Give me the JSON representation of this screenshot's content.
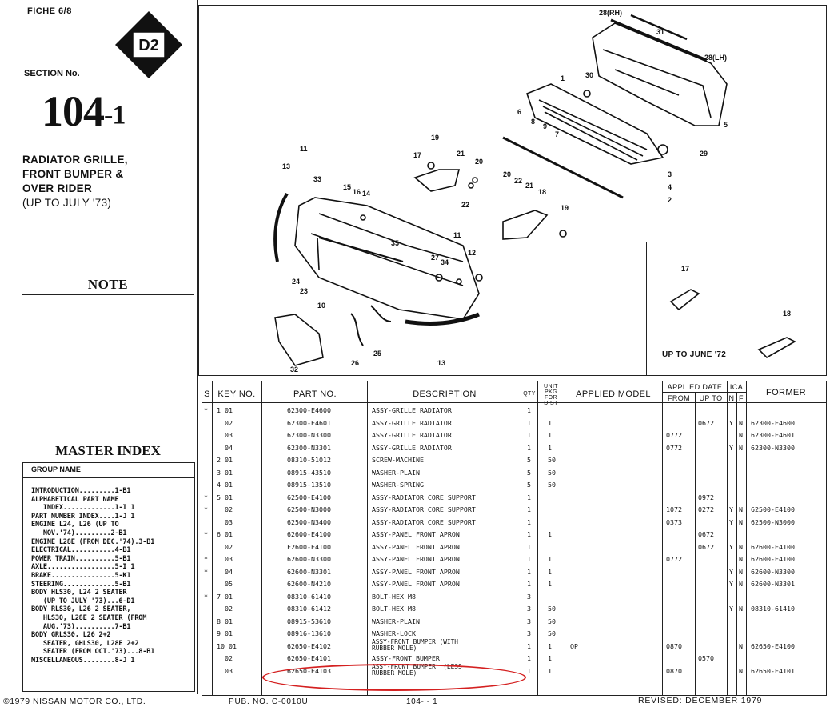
{
  "header": {
    "fiche": "FICHE 6/8",
    "badge": "D2",
    "section_label": "SECTION No.",
    "section_number": "104",
    "section_suffix": "-1",
    "title_lines": [
      "RADIATOR GRILLE,",
      "FRONT BUMPER &",
      "OVER RIDER",
      "(UP TO JULY '73)"
    ]
  },
  "note": "NOTE",
  "master_index": {
    "title": "MASTER INDEX",
    "group_header": "GROUP NAME",
    "items": [
      "INTRODUCTION.........1-B1",
      "ALPHABETICAL PART NAME",
      "   INDEX.............1-I 1",
      "PART NUMBER INDEX....1-J 1",
      "ENGINE L24, L26 (UP TO",
      "   NOV.'74).........2-B1",
      "ENGINE L28E (FROM DEC.'74).3-B1",
      "ELECTRICAL...........4-B1",
      "POWER TRAIN..........5-B1",
      "AXLE.................5-I 1",
      "BRAKE................5-K1",
      "STEERING.............5-B1",
      "BODY HLS30, L24 2 SEATER",
      "   (UP TO JULY '73)...6-D1",
      "BODY RLS30, L26 2 SEATER,",
      "   HLS30, L28E 2 SEATER (FROM",
      "   AUG.'73)..........7-B1",
      "BODY GRLS30, L26 2+2",
      "   SEATER, GHLS30, L28E 2+2",
      "   SEATER (FROM OCT.'73)...8-B1",
      "MISCELLANEOUS........8-J 1"
    ]
  },
  "diagram": {
    "inset_label": "UP TO JUNE '72",
    "callouts": [
      "28(RH)",
      "31",
      "28(LH)",
      "30",
      "1",
      "5",
      "6",
      "8",
      "9",
      "7",
      "29",
      "11",
      "19",
      "21",
      "20",
      "17",
      "33",
      "3",
      "4",
      "2",
      "13",
      "15",
      "16",
      "14",
      "22",
      "20",
      "22",
      "21",
      "18",
      "19",
      "35",
      "27",
      "11",
      "12",
      "34",
      "24",
      "23",
      "10",
      "13",
      "25",
      "26",
      "32",
      "17",
      "18"
    ]
  },
  "table": {
    "headers": {
      "s": "S",
      "key": "KEY NO.",
      "part": "PART  NO.",
      "desc": "DESCRIPTION",
      "qty": "QTY",
      "unit": "UNIT PKG FOR DIST",
      "model": "APPLIED MODEL",
      "applied_date": "APPLIED DATE",
      "from": "FROM",
      "upto": "UP TO",
      "ica": "ICA",
      "n": "N",
      "f": "F",
      "former": "FORMER"
    },
    "rows": [
      {
        "s": "*",
        "key": "1 01",
        "part": "62300-E4600",
        "desc": "ASSY-GRILLE RADIATOR",
        "qty": "1",
        "unit": "",
        "model": "",
        "from": "",
        "upto": "",
        "n": "",
        "f": "",
        "former": ""
      },
      {
        "s": "",
        "key": "  02",
        "part": "62300-E4601",
        "desc": "ASSY-GRILLE RADIATOR",
        "qty": "1",
        "unit": "1",
        "model": "",
        "from": "",
        "upto": "0672",
        "n": "Y",
        "f": "N",
        "former": "62300-E4600"
      },
      {
        "s": "",
        "key": "  03",
        "part": "62300-N3300",
        "desc": "ASSY-GRILLE RADIATOR",
        "qty": "1",
        "unit": "1",
        "model": "",
        "from": "0772",
        "upto": "",
        "n": "",
        "f": "N",
        "former": "62300-E4601"
      },
      {
        "s": "",
        "key": "  04",
        "part": "62300-N3301",
        "desc": "ASSY-GRILLE RADIATOR",
        "qty": "1",
        "unit": "1",
        "model": "",
        "from": "0772",
        "upto": "",
        "n": "Y",
        "f": "N",
        "former": "62300-N3300"
      },
      {
        "s": "",
        "key": "2 01",
        "part": "08310-51012",
        "desc": "SCREW-MACHINE",
        "qty": "5",
        "unit": "50",
        "model": "",
        "from": "",
        "upto": "",
        "n": "",
        "f": "",
        "former": ""
      },
      {
        "s": "",
        "key": "3 01",
        "part": "08915-43510",
        "desc": "WASHER-PLAIN",
        "qty": "5",
        "unit": "50",
        "model": "",
        "from": "",
        "upto": "",
        "n": "",
        "f": "",
        "former": ""
      },
      {
        "s": "",
        "key": "4 01",
        "part": "08915-13510",
        "desc": "WASHER-SPRING",
        "qty": "5",
        "unit": "50",
        "model": "",
        "from": "",
        "upto": "",
        "n": "",
        "f": "",
        "former": ""
      },
      {
        "s": "*",
        "key": "5 01",
        "part": "62500-E4100",
        "desc": "ASSY-RADIATOR CORE SUPPORT",
        "qty": "1",
        "unit": "",
        "model": "",
        "from": "",
        "upto": "0972",
        "n": "",
        "f": "",
        "former": ""
      },
      {
        "s": "*",
        "key": "  02",
        "part": "62500-N3000",
        "desc": "ASSY-RADIATOR CORE SUPPORT",
        "qty": "1",
        "unit": "",
        "model": "",
        "from": "1072",
        "upto": "0272",
        "n": "Y",
        "f": "N",
        "former": "62500-E4100"
      },
      {
        "s": "",
        "key": "  03",
        "part": "62500-N3400",
        "desc": "ASSY-RADIATOR CORE SUPPORT",
        "qty": "1",
        "unit": "",
        "model": "",
        "from": "0373",
        "upto": "",
        "n": "Y",
        "f": "N",
        "former": "62500-N3000"
      },
      {
        "s": "*",
        "key": "6 01",
        "part": "62600-E4100",
        "desc": "ASSY-PANEL FRONT APRON",
        "qty": "1",
        "unit": "1",
        "model": "",
        "from": "",
        "upto": "0672",
        "n": "",
        "f": "",
        "former": ""
      },
      {
        "s": "",
        "key": "  02",
        "part": "F2600-E4100",
        "desc": "ASSY-PANEL FRONT APRON",
        "qty": "1",
        "unit": "",
        "model": "",
        "from": "",
        "upto": "0672",
        "n": "Y",
        "f": "N",
        "former": "62600-E4100"
      },
      {
        "s": "*",
        "key": "  03",
        "part": "62600-N3300",
        "desc": "ASSY-PANEL FRONT APRON",
        "qty": "1",
        "unit": "1",
        "model": "",
        "from": "0772",
        "upto": "",
        "n": "",
        "f": "N",
        "former": "62600-E4100"
      },
      {
        "s": "*",
        "key": "  04",
        "part": "62600-N3301",
        "desc": "ASSY-PANEL FRONT APRON",
        "qty": "1",
        "unit": "1",
        "model": "",
        "from": "",
        "upto": "",
        "n": "Y",
        "f": "N",
        "former": "62600-N3300"
      },
      {
        "s": "",
        "key": "  05",
        "part": "62600-N4210",
        "desc": "ASSY-PANEL FRONT APRON",
        "qty": "1",
        "unit": "1",
        "model": "",
        "from": "",
        "upto": "",
        "n": "Y",
        "f": "N",
        "former": "62600-N3301"
      },
      {
        "s": "*",
        "key": "7 01",
        "part": "08310-61410",
        "desc": "BOLT-HEX M8",
        "qty": "3",
        "unit": "",
        "model": "",
        "from": "",
        "upto": "",
        "n": "",
        "f": "",
        "former": ""
      },
      {
        "s": "",
        "key": "  02",
        "part": "08310-61412",
        "desc": "BOLT-HEX M8",
        "qty": "3",
        "unit": "50",
        "model": "",
        "from": "",
        "upto": "",
        "n": "Y",
        "f": "N",
        "former": "08310-61410"
      },
      {
        "s": "",
        "key": "8 01",
        "part": "08915-53610",
        "desc": "WASHER-PLAIN",
        "qty": "3",
        "unit": "50",
        "model": "",
        "from": "",
        "upto": "",
        "n": "",
        "f": "",
        "former": ""
      },
      {
        "s": "",
        "key": "9 01",
        "part": "08916-13610",
        "desc": "WASHER-LOCK",
        "qty": "3",
        "unit": "50",
        "model": "",
        "from": "",
        "upto": "",
        "n": "",
        "f": "",
        "former": ""
      },
      {
        "s": "",
        "key": "10 01",
        "part": "62650-E4102",
        "desc": "ASSY-FRONT BUMPER (WITH\nRUBBER MOLE)",
        "qty": "1",
        "unit": "1",
        "model": "OP",
        "from": "0870",
        "upto": "",
        "n": "",
        "f": "N",
        "former": "62650-E4100"
      },
      {
        "s": "",
        "key": "  02",
        "part": "62650-E4101",
        "desc": "ASSY-FRONT BUMPER",
        "qty": "1",
        "unit": "1",
        "model": "",
        "from": "",
        "upto": "0570",
        "n": "",
        "f": "",
        "former": ""
      },
      {
        "s": "",
        "key": "  03",
        "part": "62650-E4103",
        "desc": "ASSY-FRONT BUMPER  (LESS\nRUBBER MOLE)",
        "qty": "1",
        "unit": "1",
        "model": "",
        "from": "0870",
        "upto": "",
        "n": "",
        "f": "N",
        "former": "62650-E4101"
      }
    ]
  },
  "footer": {
    "copyright": "©1979 NISSAN MOTOR CO., LTD.",
    "pub": "PUB. NO. C-0010U",
    "page": "104- - 1",
    "revised": "REVISED: DECEMBER 1979"
  },
  "colors": {
    "highlight_oval": "#d42020",
    "ink": "#111111"
  }
}
